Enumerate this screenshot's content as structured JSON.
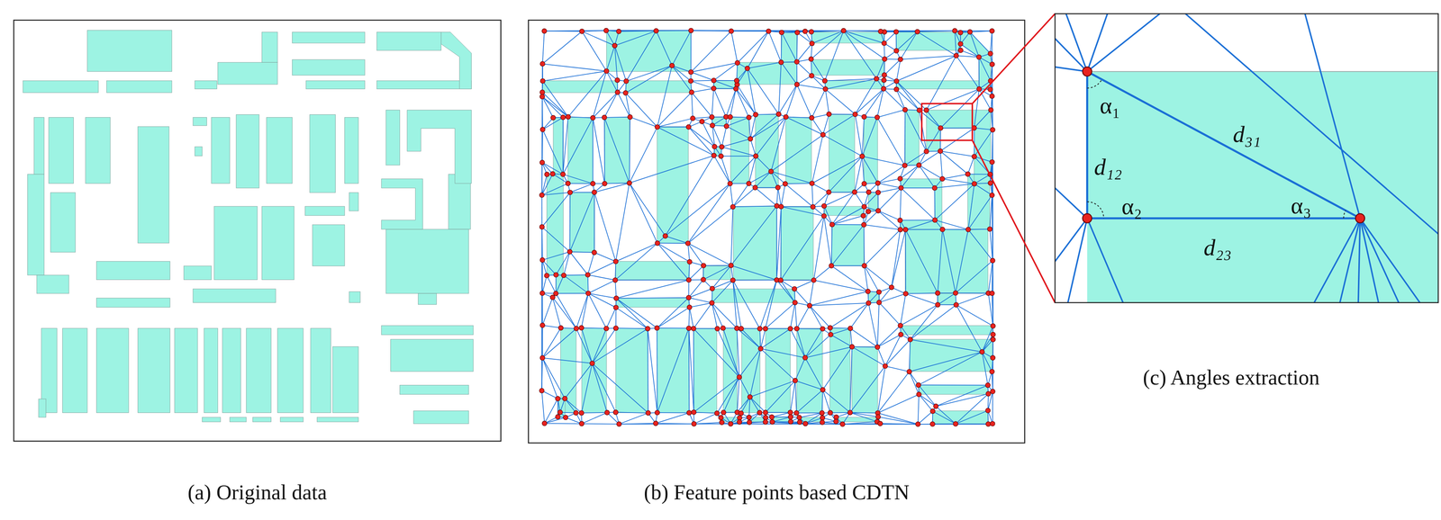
{
  "diagram": {
    "labels": [
      "(a) Original data",
      "(b) Feature points based CDTN",
      "(c) Angles extraction",
      "α₁",
      "d₃₁",
      "d₁₂",
      "α₂",
      "α₃",
      "d₂₃"
    ]
  }
}
